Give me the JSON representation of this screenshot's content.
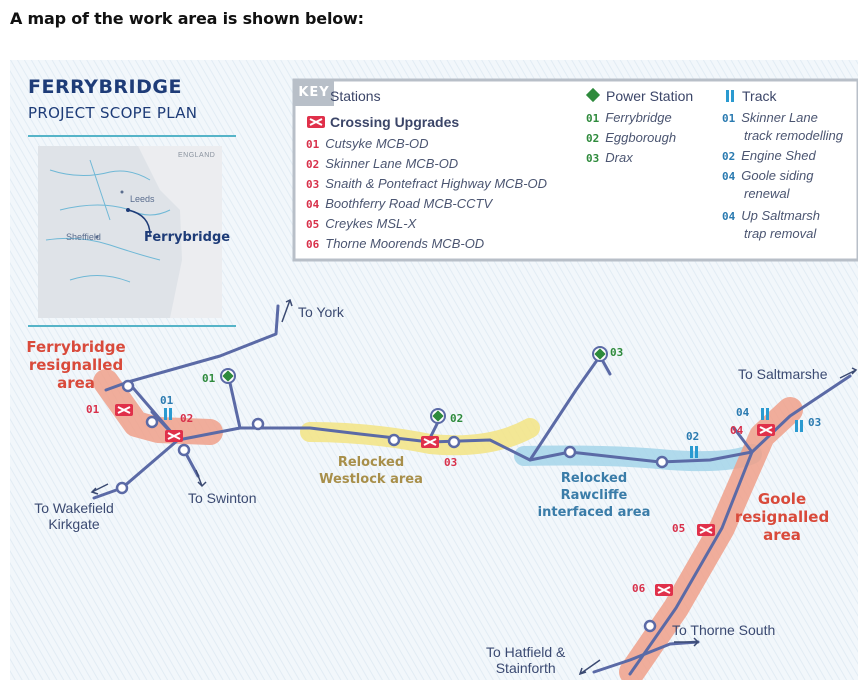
{
  "heading": "A map of the work area is shown below:",
  "map": {
    "title": "FERRYBRIDGE",
    "subtitle": "PROJECT SCOPE PLAN",
    "inset": {
      "england": "ENGLAND",
      "leeds": "Leeds",
      "sheffield": "Sheffield",
      "ferrybridge": "Ferrybridge"
    },
    "key": {
      "tab": "KEY",
      "stations": "Stations",
      "crossing_upgrades": "Crossing Upgrades",
      "crossings": [
        {
          "num": "01",
          "name": "Cutsyke MCB-OD"
        },
        {
          "num": "02",
          "name": "Skinner Lane MCB-OD"
        },
        {
          "num": "03",
          "name": "Snaith & Pontefract Highway MCB-OD"
        },
        {
          "num": "04",
          "name": "Boothferry Road MCB-CCTV"
        },
        {
          "num": "05",
          "name": "Creykes MSL-X"
        },
        {
          "num": "06",
          "name": "Thorne Moorends MCB-OD"
        }
      ],
      "power_station": "Power Station",
      "power_stations": [
        {
          "num": "01",
          "name": "Ferrybridge"
        },
        {
          "num": "02",
          "name": "Eggborough"
        },
        {
          "num": "03",
          "name": "Drax"
        }
      ],
      "track": "Track",
      "tracks": [
        {
          "num": "01",
          "line1": "Skinner Lane",
          "line2": "track remodelling"
        },
        {
          "num": "02",
          "line1": "Engine Shed",
          "line2": ""
        },
        {
          "num": "04",
          "line1": "Goole siding",
          "line2": "renewal"
        },
        {
          "num": "04",
          "line1": "Up Saltmarsh",
          "line2": "trap removal"
        }
      ]
    },
    "places": {
      "to_york": "To York",
      "to_saltmarshe": "To Saltmarshe",
      "to_wakefield_1": "To Wakefield",
      "to_wakefield_2": "Kirkgate",
      "to_swinton": "To Swinton",
      "to_hatfield_1": "To Hatfield &",
      "to_hatfield_2": "Stainforth",
      "to_thorne_south": "To Thorne South"
    },
    "areas": {
      "ferrybridge_1": "Ferrybridge",
      "ferrybridge_2": "resignalled",
      "ferrybridge_3": "area",
      "westlock_1": "Relocked",
      "westlock_2": "Westlock area",
      "rawcliffe_1": "Relocked",
      "rawcliffe_2": "Rawcliffe",
      "rawcliffe_3": "interfaced area",
      "goole_1": "Goole",
      "goole_2": "resignalled",
      "goole_3": "area"
    },
    "markers": {
      "c01": "01",
      "c02": "02",
      "c03": "03",
      "c04": "04",
      "c05": "05",
      "c06": "06",
      "p01": "01",
      "p02": "02",
      "p03": "03",
      "t01": "01",
      "t02": "02",
      "t03": "03",
      "t04": "04"
    },
    "colors": {
      "navy": "#1e3c78",
      "track": "#5b6aa6",
      "resignalled": "#f0a08a",
      "westlock": "#f3e48a",
      "rawcliffe": "#a9d6ea",
      "crossing": "#e0304a",
      "power": "#2e8a3c",
      "track_marker": "#2a9ad0"
    }
  }
}
